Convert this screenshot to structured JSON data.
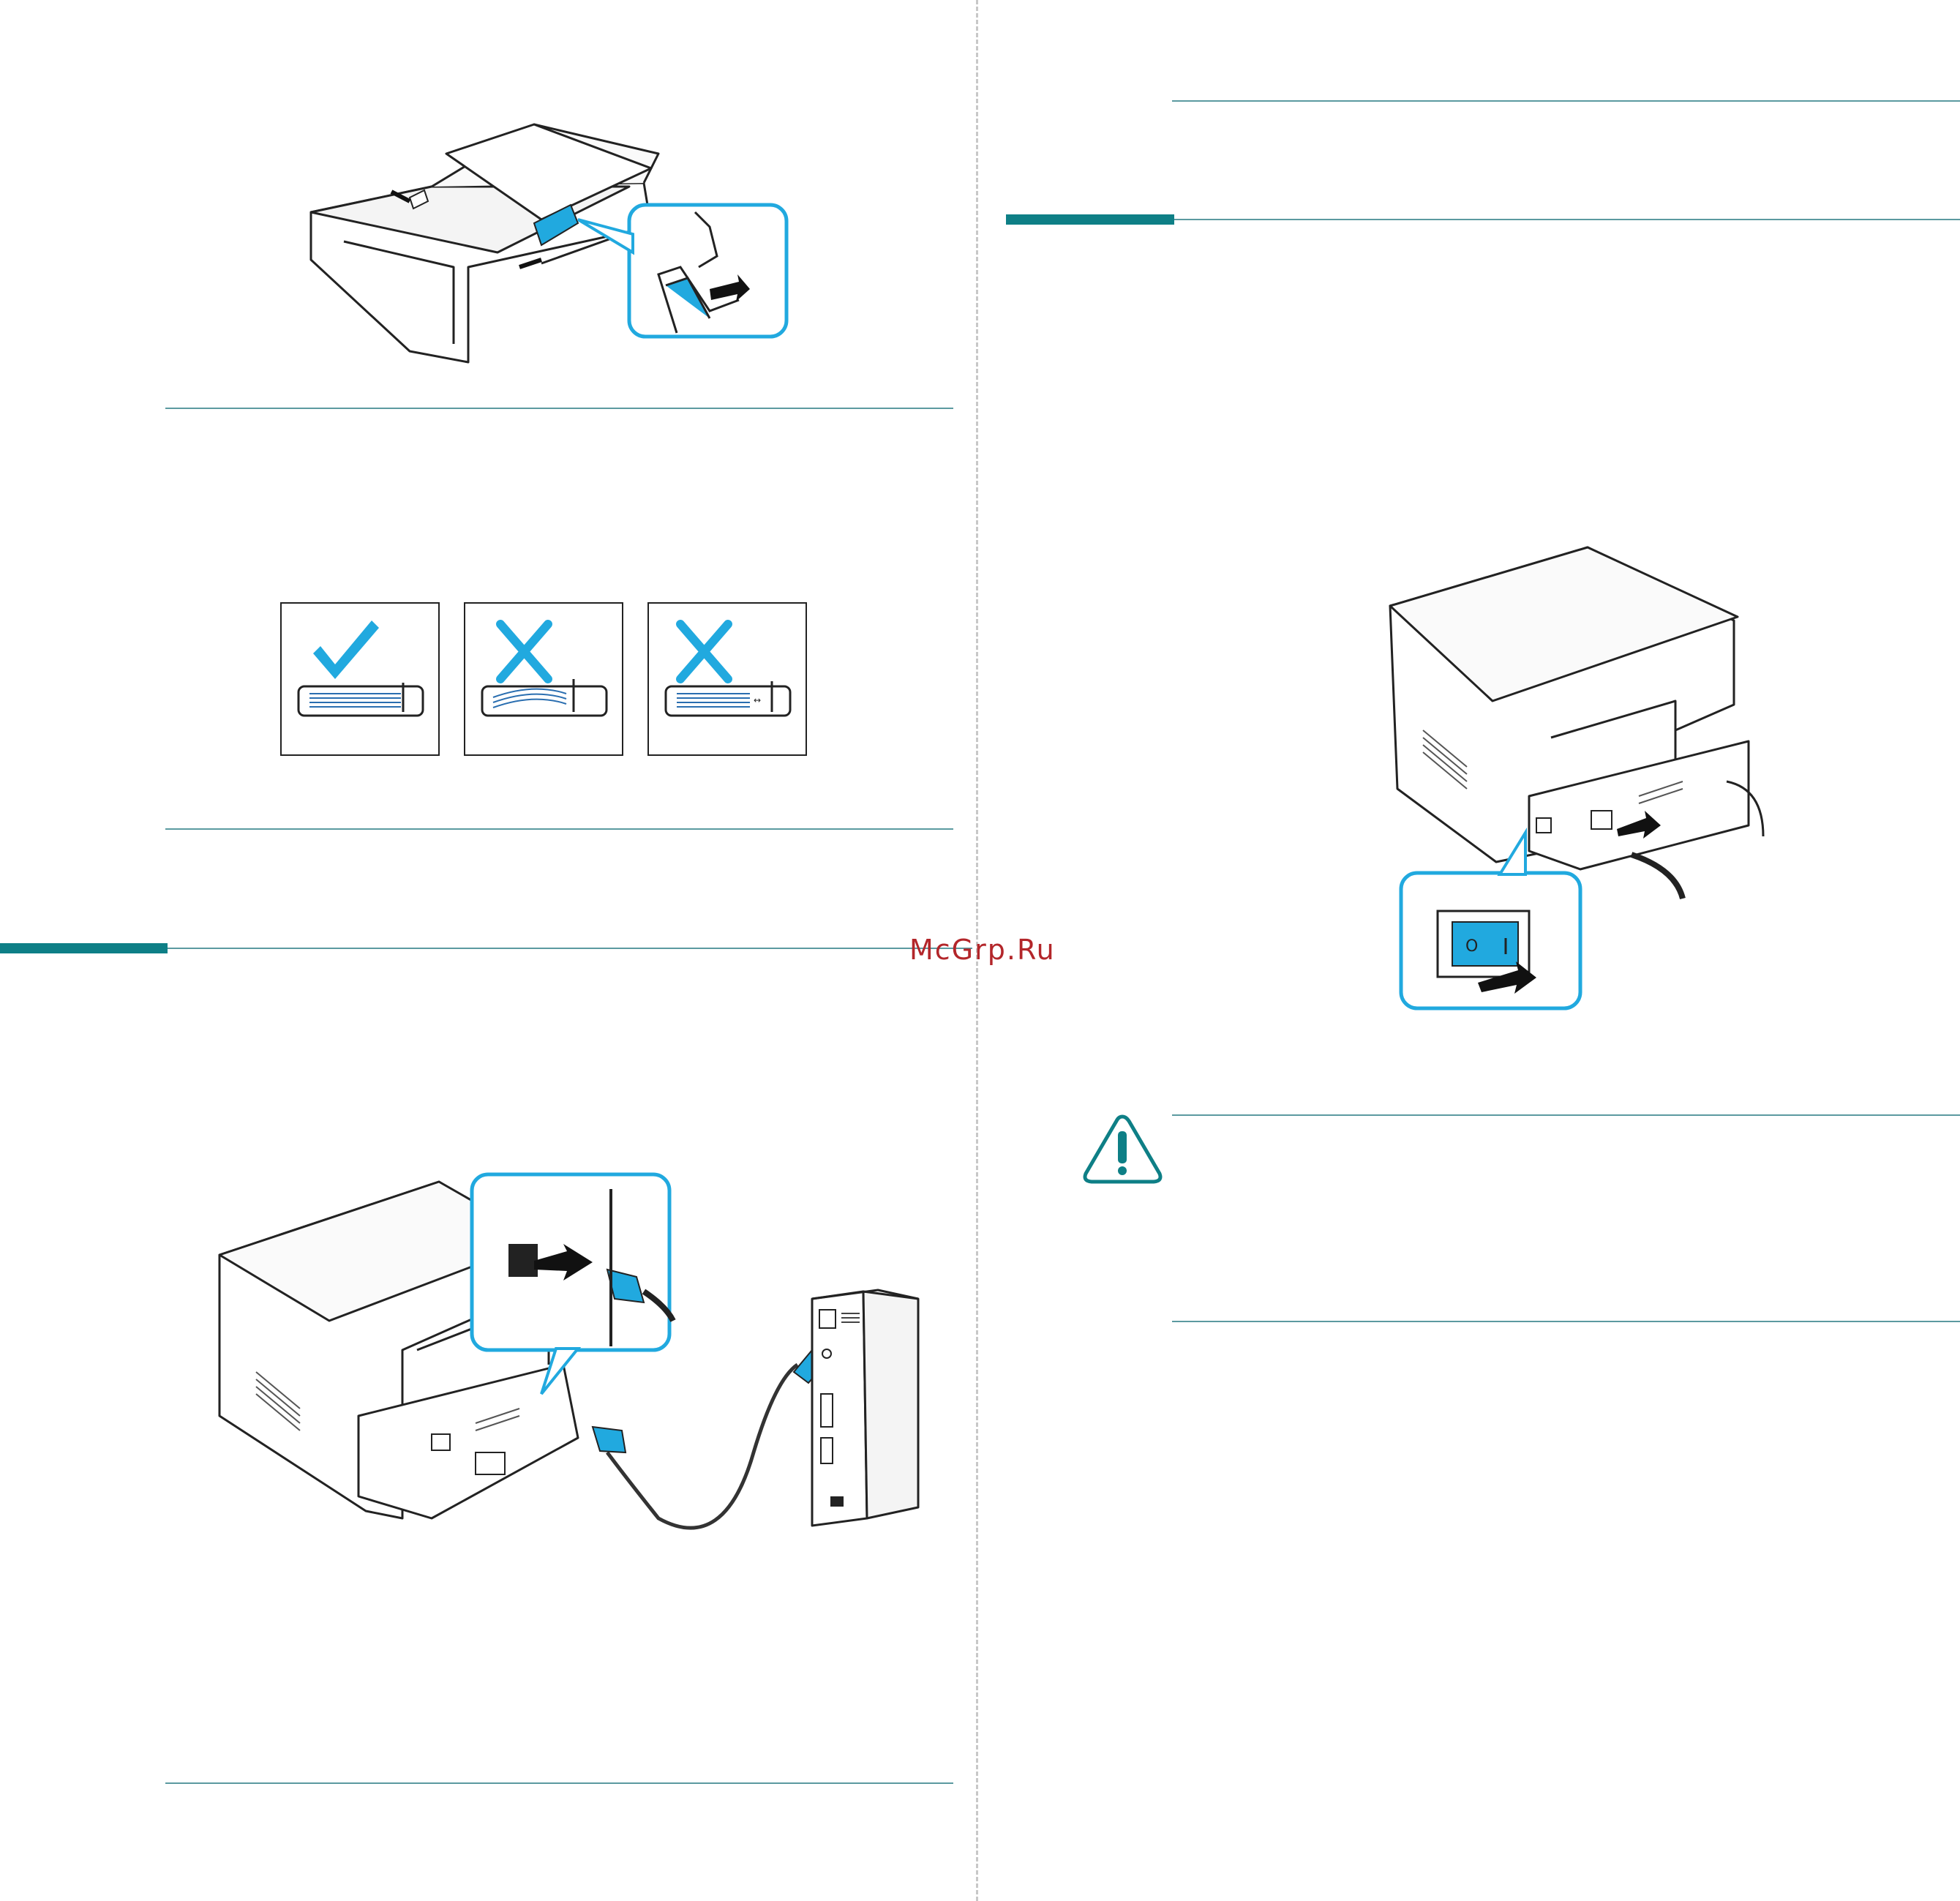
{
  "watermark": {
    "text": "McGrp.Ru"
  },
  "colors": {
    "accent_rule": "#5b9aa0",
    "section_bar": "#0e7f86",
    "callout": "#21a9df",
    "watermark": "#b3262a"
  },
  "illustrations": {
    "paper_tray": {
      "icon": "paper-tray-guide-illustration"
    },
    "paper_checks": {
      "icons": [
        "checkmark-icon",
        "cross-icon",
        "cross-icon"
      ]
    },
    "usb_connection": {
      "icon": "printer-usb-cable-computer-illustration"
    },
    "power_switch": {
      "icon": "printer-power-switch-illustration"
    },
    "caution": {
      "icon": "warning-triangle-icon"
    }
  }
}
